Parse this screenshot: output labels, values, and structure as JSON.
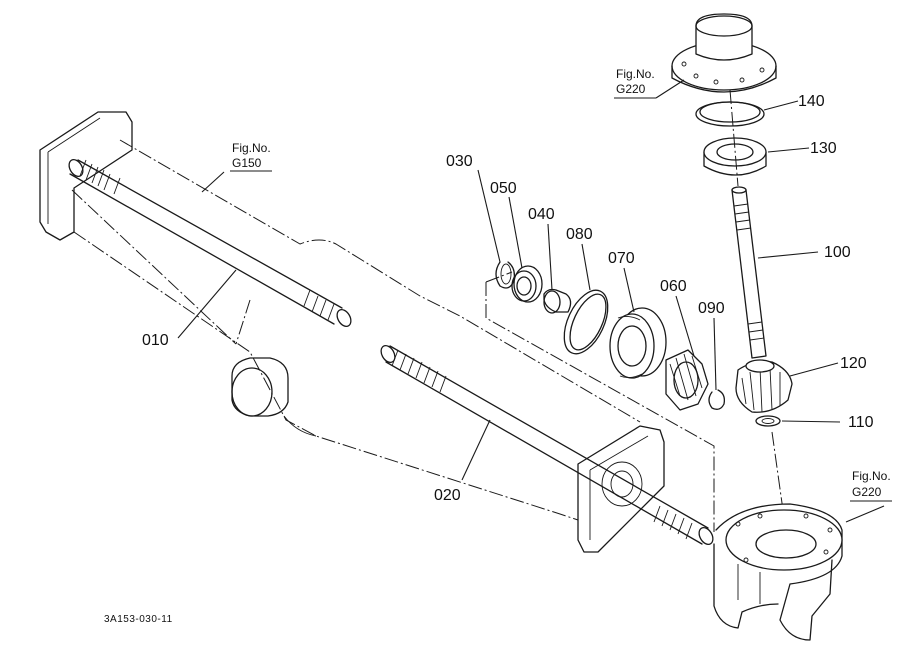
{
  "figure_refs": {
    "top_left": {
      "line1": "Fig.No.",
      "line2": "G150"
    },
    "top_right": {
      "line1": "Fig.No.",
      "line2": "G220"
    },
    "bottom_right": {
      "line1": "Fig.No.",
      "line2": "G220"
    }
  },
  "parts": {
    "p010": "010",
    "p020": "020",
    "p030": "030",
    "p040": "040",
    "p050": "050",
    "p060": "060",
    "p070": "070",
    "p080": "080",
    "p090": "090",
    "p100": "100",
    "p110": "110",
    "p120": "120",
    "p130": "130",
    "p140": "140"
  },
  "drawing_id": "3A153-030-11"
}
